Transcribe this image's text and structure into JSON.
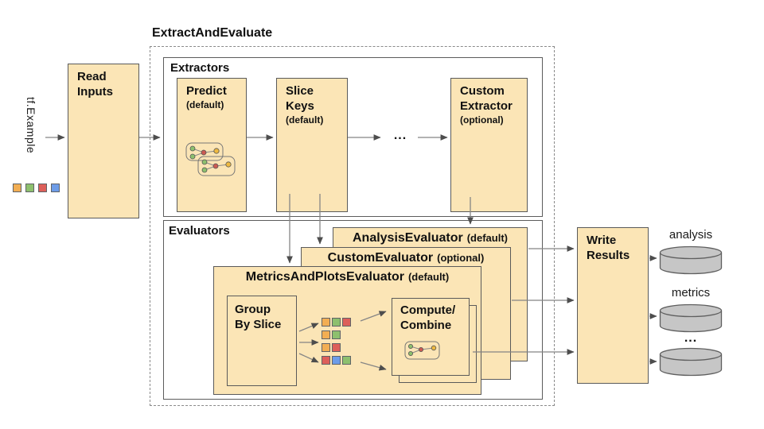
{
  "title": "ExtractAndEvaluate",
  "input": {
    "label": "tf.Example"
  },
  "sections": {
    "extractors": "Extractors",
    "evaluators": "Evaluators"
  },
  "boxes": {
    "read_inputs": {
      "line1": "Read",
      "line2": "Inputs"
    },
    "predict": {
      "line1": "Predict",
      "note": "(default)"
    },
    "slice_keys": {
      "line1": "Slice",
      "line2": "Keys",
      "note": "(default)"
    },
    "extractor_ellipsis": "...",
    "custom_extractor": {
      "line1": "Custom",
      "line2": "Extractor",
      "note": "(optional)"
    },
    "analysis_evaluator": {
      "name": "AnalysisEvaluator",
      "note": "(default)"
    },
    "custom_evaluator": {
      "name": "CustomEvaluator",
      "note": "(optional)"
    },
    "metrics_evaluator": {
      "name": "MetricsAndPlotsEvaluator",
      "note": "(default)"
    },
    "group_by_slice": {
      "line1": "Group",
      "line2": "By Slice"
    },
    "compute_combine": {
      "line1": "Compute/",
      "line2": "Combine"
    },
    "write_results": {
      "line1": "Write",
      "line2": "Results"
    }
  },
  "outputs": {
    "labels": [
      "analysis",
      "metrics",
      "..."
    ]
  },
  "colors": {
    "box_fill": "#FBE5B6",
    "orange": "#F2AE53",
    "green": "#8DC06E",
    "red": "#DD5F5A",
    "blue": "#6D9CE8",
    "cylinder_fill": "#C6C6C6",
    "cylinder_stroke": "#5f5f5f"
  },
  "legend_rows": [
    [
      "orange",
      "green",
      "red",
      "blue"
    ]
  ],
  "slice_grid_rows": [
    [
      "orange",
      "green",
      "red"
    ],
    [
      "orange",
      "green"
    ],
    [
      "orange",
      "red"
    ],
    [
      "red",
      "blue",
      "green"
    ]
  ]
}
